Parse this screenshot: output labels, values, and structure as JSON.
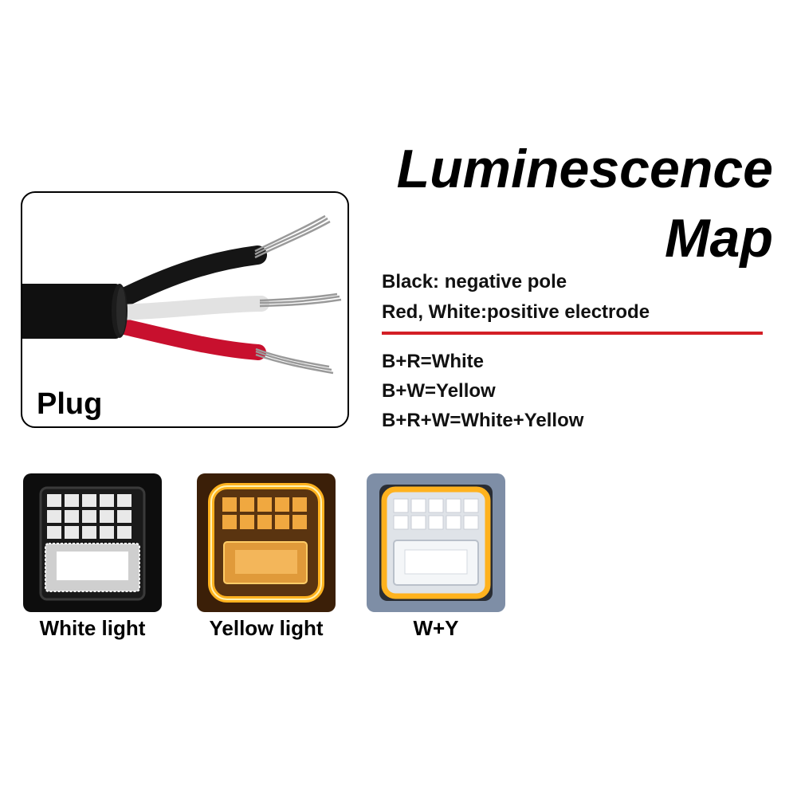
{
  "title": {
    "line1": "Luminescence",
    "line2": "Map"
  },
  "plug": {
    "label": "Plug"
  },
  "legend": {
    "negative": "Black: negative pole",
    "positive": "Red, White:positive electrode",
    "combos": [
      "B+R=White",
      "B+W=Yellow",
      "B+R+W=White+Yellow"
    ]
  },
  "lamps": [
    {
      "caption": "White light"
    },
    {
      "caption": "Yellow light"
    },
    {
      "caption": "W+Y"
    }
  ],
  "colors": {
    "rule": "#d31f26",
    "wire_black": "#151515",
    "wire_white": "#e6e6e6",
    "wire_red": "#c8102e",
    "amber": "#ffb21e",
    "led_white": "#ffffff"
  }
}
